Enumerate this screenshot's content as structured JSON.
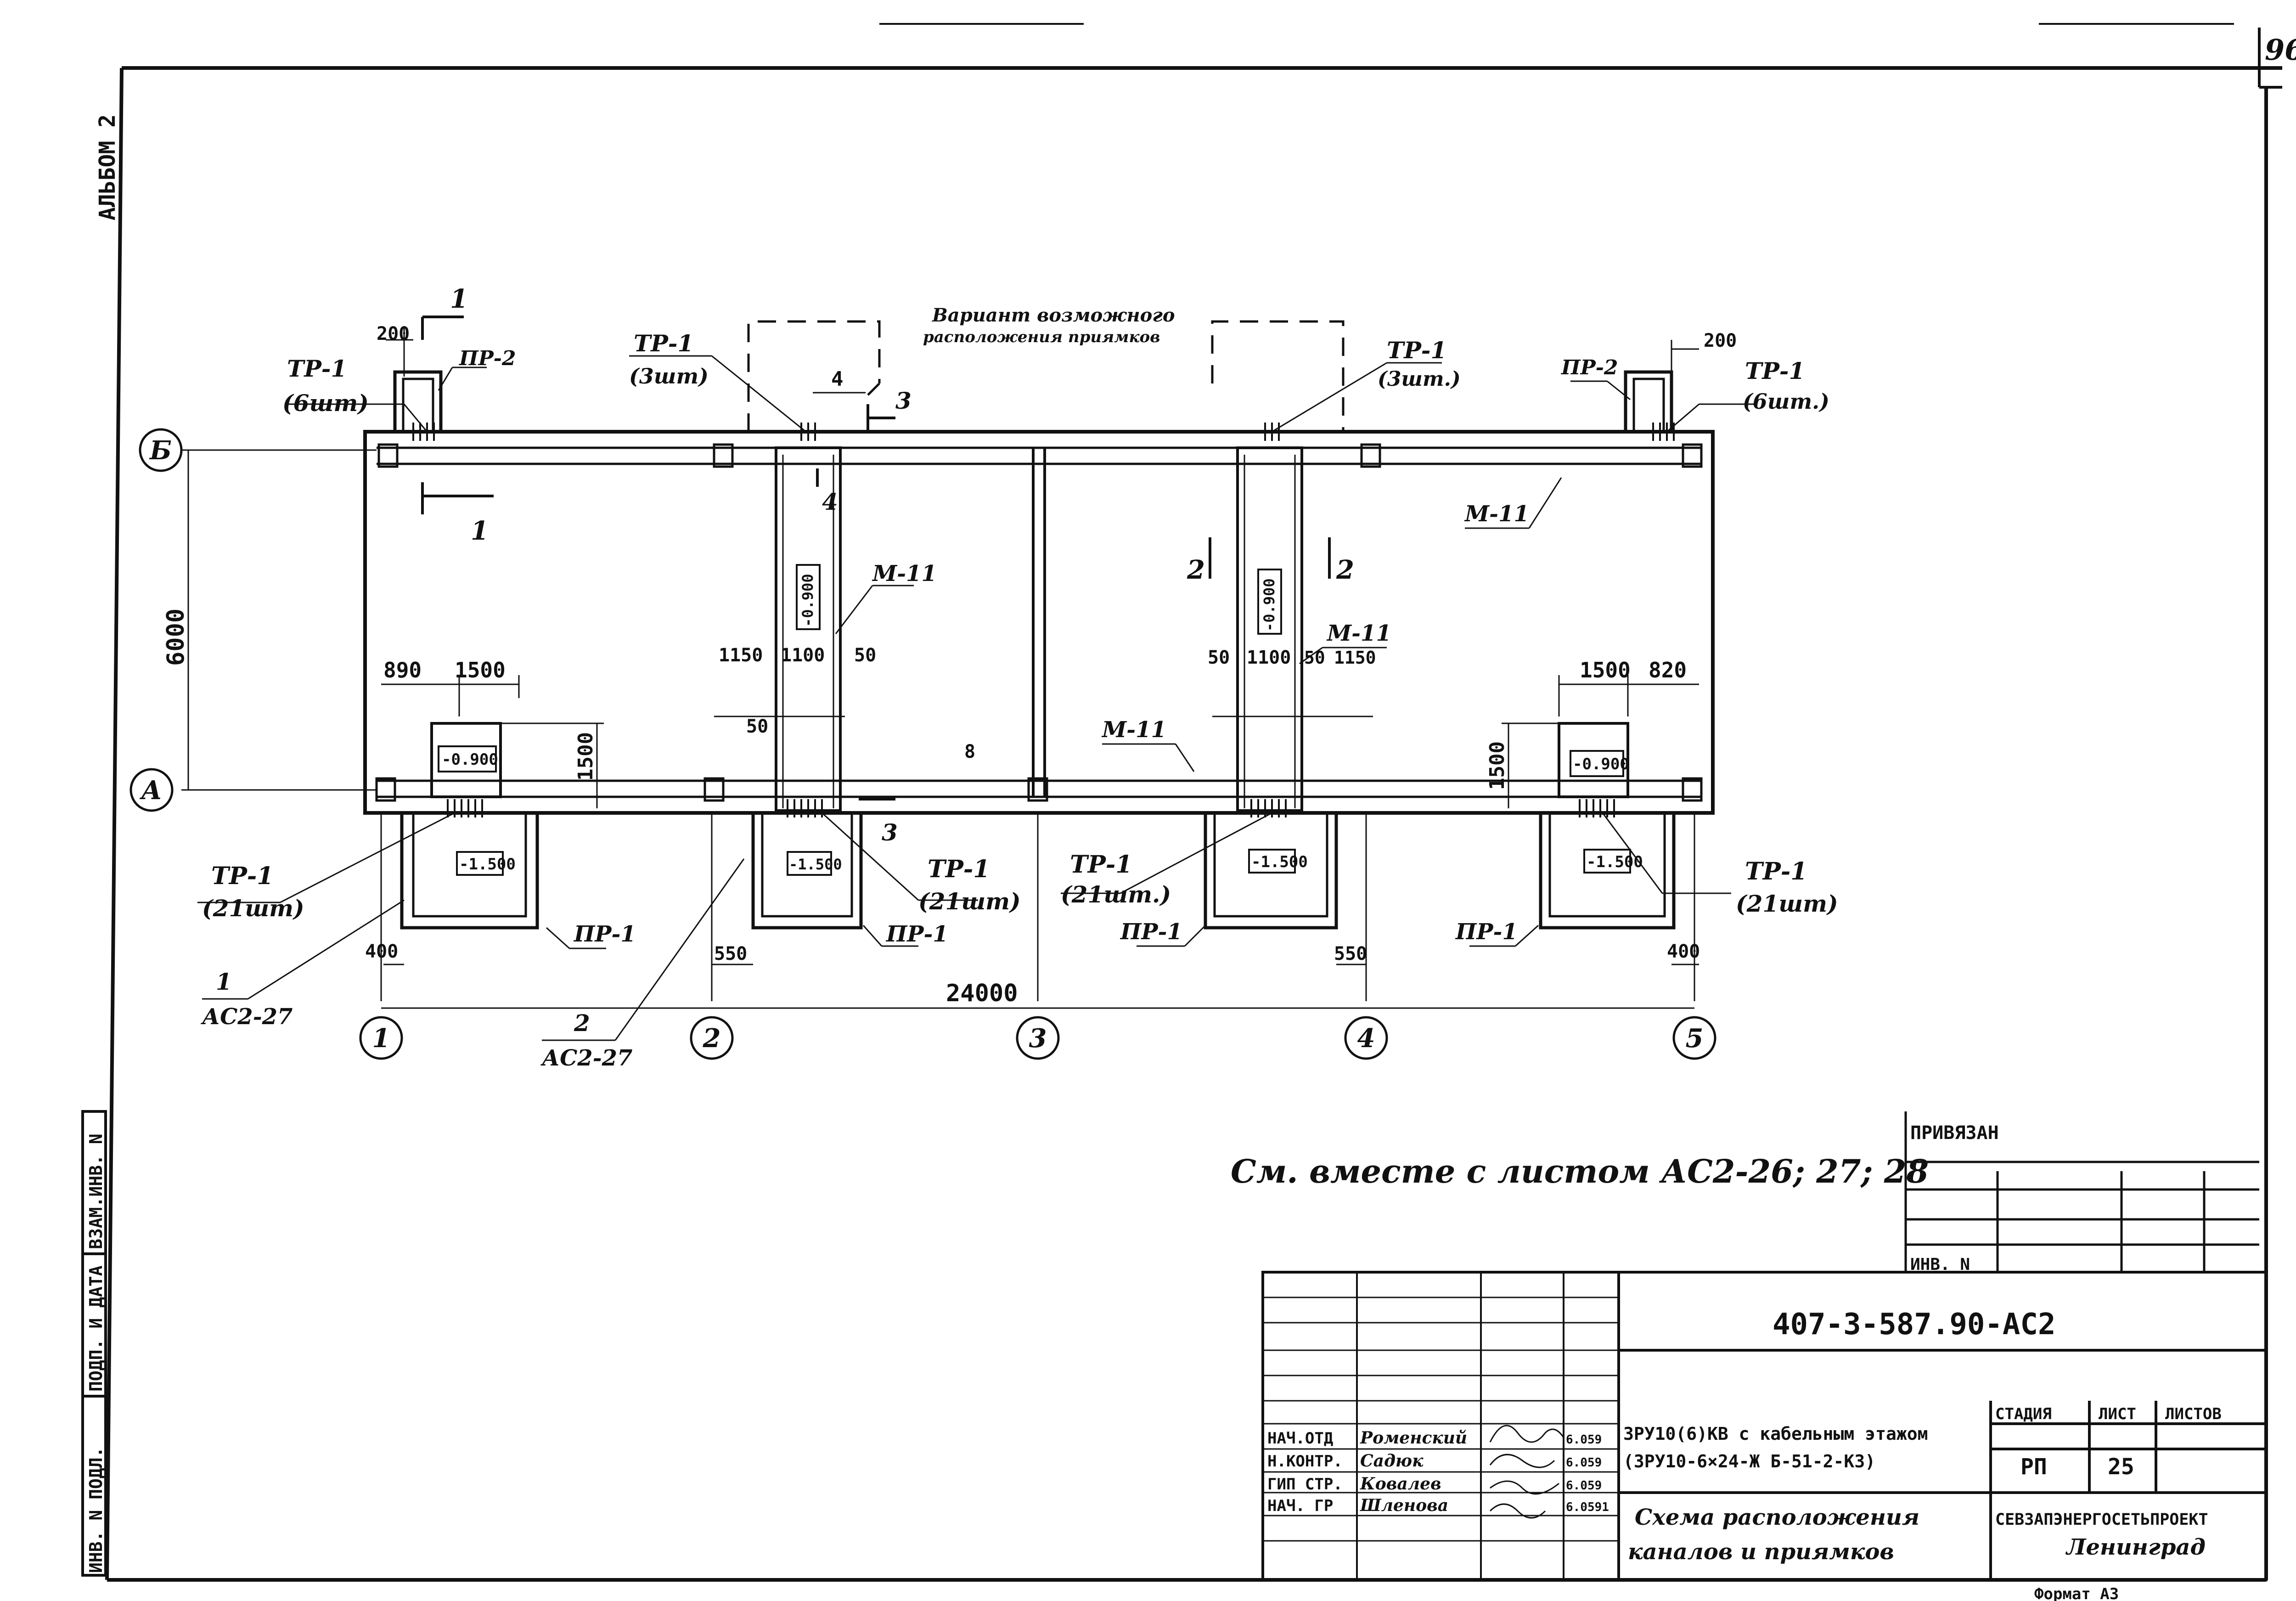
{
  "page_number": "96",
  "album": "АЛЬБОМ 2",
  "axes": {
    "rows": [
      "Б",
      "А"
    ],
    "columns": [
      "1",
      "2",
      "3",
      "4",
      "5"
    ]
  },
  "dimensions": {
    "overall_length": "24000",
    "span_between_rows": "6000",
    "left_offset": "890",
    "pit_width_left": "1500",
    "pit_width_right": "1500",
    "right_offset": "820",
    "pit_height_left": "1500",
    "pit_height_right": "1500",
    "ch2_left_1150": "1150",
    "ch2_width": "1100",
    "ch2_right_50": "50",
    "ch2_left_50": "50",
    "ch4_left_50": "50",
    "ch4_width": "1100",
    "ch4_right_50": "50",
    "ch4_right_1150": "1150",
    "edge_400_left": "400",
    "edge_400_right": "400",
    "offset_550_left": "550",
    "offset_550_right": "550",
    "top_200_left": "200",
    "top_200_right": "200",
    "dim_8": "8",
    "dim_4": "4"
  },
  "levels": {
    "upper_pit_left": "-0.900",
    "upper_pit_right": "-0.900",
    "channel_2": "-0.900",
    "channel_4": "-0.900",
    "lower_pits": [
      "-1.500",
      "-1.500",
      "-1.500",
      "-1.500"
    ]
  },
  "labels": {
    "tp1_6_left": "ТР-1",
    "tp1_6_left_qty": "(6шт)",
    "pr2_left": "ПР-2",
    "tp1_3_left": "ТР-1",
    "tp1_3_left_qty": "(3шт)",
    "variant_line1": "Вариант возможного",
    "variant_line2": "расположения приямков",
    "tp1_3_right": "ТР-1",
    "tp1_3_right_qty": "(3шт.)",
    "pr2_right": "ПР-2",
    "tp1_6_right": "ТР-1",
    "tp1_6_right_qty": "(6шт.)",
    "m11_top_right": "М-11",
    "m11_ch2": "М-11",
    "m11_ch4": "М-11",
    "m11_bottom": "М-11",
    "tp1_21_a": "ТР-1",
    "tp1_21_a_qty": "(21шт)",
    "tp1_21_b": "ТР-1",
    "tp1_21_b_qty": "(21шт)",
    "tp1_21_c": "ТР-1",
    "tp1_21_c_qty": "(21шт.)",
    "tp1_21_d": "ТР-1",
    "tp1_21_d_qty": "(21шт)",
    "pr1_a": "ПР-1",
    "pr1_b": "ПР-1",
    "pr1_c": "ПР-1",
    "pr1_d": "ПР-1",
    "ref1_num": "1",
    "ref1_sheet": "АС2-27",
    "ref2_num": "2",
    "ref2_sheet": "АС2-27",
    "cut_1_top": "1",
    "cut_1_bottom": "1",
    "cut_2_left": "2",
    "cut_2_right": "2",
    "cut_3_top": "3",
    "cut_3_bottom": "3",
    "cut_4_label": "4"
  },
  "note": "См. вместе с листом АС2-26; 27; 28",
  "binding_box": {
    "title": "ПРИВЯЗАН",
    "inv_label": "ИНВ. N"
  },
  "side_stamp": [
    "ИНВ. N ПОДЛ.",
    "ПОДП. И ДАТА",
    "ВЗАМ.ИНВ. N"
  ],
  "title_block": {
    "doc_code": "407-3-587.90-АС2",
    "roles": [
      "НАЧ.ОТД",
      "Н.КОНТР.",
      "ГИП СТР.",
      "НАЧ. ГР"
    ],
    "names": [
      "Роменский",
      "Садюк",
      "Ковалев",
      "Шленова"
    ],
    "dates": [
      "6.059",
      "6.059",
      "6.059",
      "6.0591"
    ],
    "project_line1": "ЗРУ10(6)КВ с кабельным этажом",
    "project_line2": "(ЗРУ10-6×24-Ж Б-51-2-КЗ)",
    "sheet_title_line1": "Схема расположения",
    "sheet_title_line2": "каналов и приямков",
    "stage_label": "СТАДИЯ",
    "sheet_label": "ЛИСТ",
    "sheets_label": "ЛИСТОВ",
    "stage": "РП",
    "sheet": "25",
    "sheets": "",
    "organization_line1": "СЕВЗАПЭНЕРГОСЕТЬПРОЕКТ",
    "organization_line2": "Ленинград",
    "format": "Формат А3"
  }
}
